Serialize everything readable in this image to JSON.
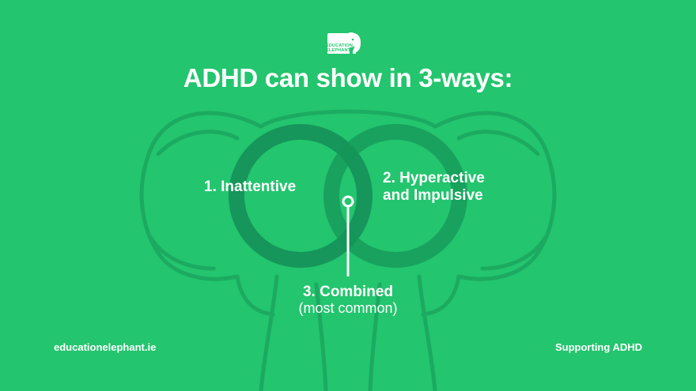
{
  "brand": {
    "logo_icon": "elephant-icon",
    "logo_text_line1": "EDUCATION",
    "logo_text_line2": "ELEPHANT"
  },
  "title": "ADHD can show in 3-ways:",
  "diagram": {
    "types": [
      {
        "label": "1. Inattentive"
      },
      {
        "label_line1": "2. Hyperactive",
        "label_line2": "and Impulsive"
      },
      {
        "label": "3. Combined",
        "sublabel": "(most common)"
      }
    ]
  },
  "footer": {
    "website": "educationelephant.ie",
    "tagline": "Supporting ADHD"
  },
  "colors": {
    "background": "#23C56E",
    "circle": "#16965A",
    "outline": "#1FAE63",
    "text": "#FFFFFF"
  }
}
